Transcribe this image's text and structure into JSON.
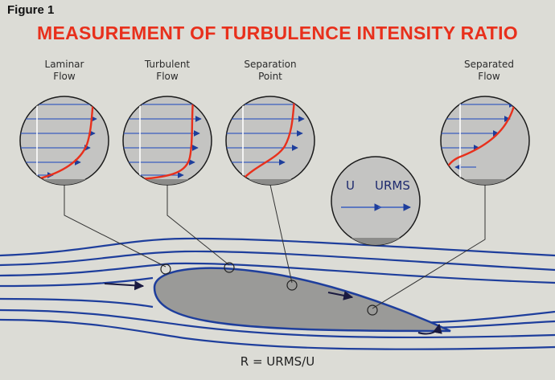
{
  "figure_label": "Figure 1",
  "title": "MEASUREMENT OF TURBULENCE INTENSITY RATIO",
  "profiles": [
    {
      "line1": "Laminar",
      "line2": "Flow"
    },
    {
      "line1": "Turbulent",
      "line2": "Flow"
    },
    {
      "line1": "Separation",
      "line2": "Point"
    },
    {
      "line1": "Separated",
      "line2": "Flow"
    }
  ],
  "legend": {
    "u": "U",
    "urms": "URMS"
  },
  "formula": "R = URMS/U",
  "colors": {
    "background": "#dcdcd6",
    "circle_fill": "#c4c4c2",
    "streamline": "#1e3e9c",
    "velocity_profile": "#e8301c",
    "title": "#e8301c",
    "airfoil": "#9a9a98"
  }
}
